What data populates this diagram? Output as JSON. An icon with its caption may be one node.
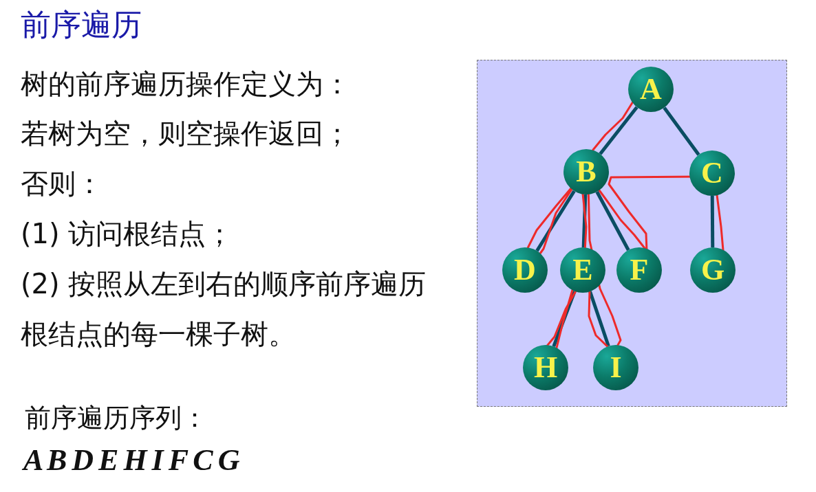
{
  "diagram": {
    "title": "前序遍历",
    "nodes": [
      {
        "text": [
          "A"
        ]
      },
      {
        "text": [
          "B"
        ]
      },
      {
        "text": [
          "C"
        ]
      },
      {
        "text": [
          "D"
        ]
      },
      {
        "text": [
          "E"
        ]
      },
      {
        "text": [
          "F"
        ]
      },
      {
        "text": [
          "G"
        ]
      },
      {
        "text": [
          "H"
        ]
      },
      {
        "text": [
          "I"
        ]
      }
    ],
    "edges": [
      {
        "from": 0,
        "to": 1,
        "arrow": "none"
      },
      {
        "from": 0,
        "to": 2,
        "arrow": "none"
      },
      {
        "from": 1,
        "to": 3,
        "arrow": "none"
      },
      {
        "from": 1,
        "to": 4,
        "arrow": "none"
      },
      {
        "from": 1,
        "to": 5,
        "arrow": "none"
      },
      {
        "from": 2,
        "to": 6,
        "arrow": "none"
      },
      {
        "from": 4,
        "to": 7,
        "arrow": "none"
      },
      {
        "from": 4,
        "to": 8,
        "arrow": "none"
      }
    ],
    "labels": [
      "树的前序遍历操作定义为：",
      "若树为空，则空操作返回；",
      "否则：",
      "(1) 访问根结点；",
      "(2) 按照从左到右的顺序前序遍历根结点的每一棵子树。",
      "前序遍历序列：",
      "A B D E H I F C G"
    ]
  }
}
